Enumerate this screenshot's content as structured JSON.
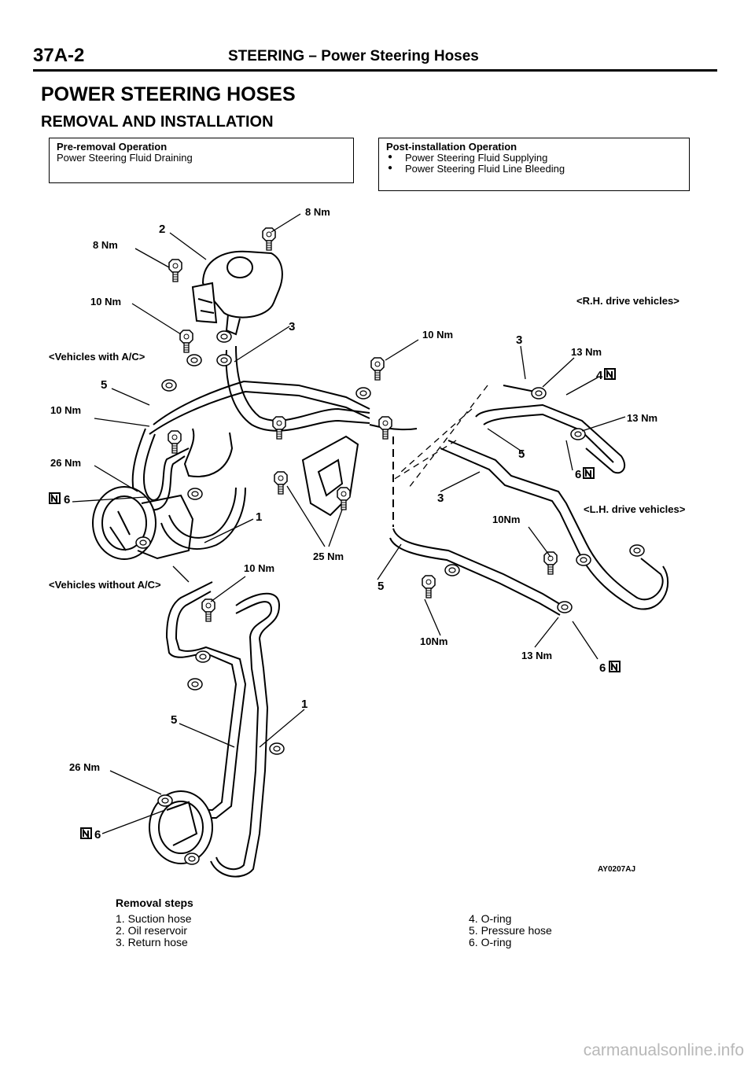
{
  "header": {
    "section": "37A-2",
    "title": "STEERING – Power Steering Hoses"
  },
  "heading": "POWER STEERING HOSES",
  "subheading": "REMOVAL AND INSTALLATION",
  "pre_removal": {
    "title": "Pre-removal Operation",
    "items": [
      "Power Steering Fluid Draining"
    ]
  },
  "post_installation": {
    "title": "Post-installation Operation",
    "items": [
      "Power Steering Fluid Supplying",
      "Power Steering Fluid Line Bleeding"
    ]
  },
  "diagram": {
    "labels": {
      "torque_8nm": "8 Nm",
      "torque_10nm": "10 Nm",
      "torque_10nm_b": "10Nm",
      "torque_13nm": "13 Nm",
      "torque_25nm": "25 Nm",
      "torque_26nm": "26 Nm",
      "n1": "1",
      "n2": "2",
      "n3": "3",
      "n4": "4",
      "n5": "5",
      "n6": "6",
      "n_badge": "N",
      "vehicles_with_ac": "<Vehicles with A/C>",
      "vehicles_without_ac": "<Vehicles without A/C>",
      "rh_drive": "<R.H. drive vehicles>",
      "lh_drive": "<L.H. drive vehicles>",
      "figure_code": "AY0207AJ"
    }
  },
  "removal_steps": {
    "title": "Removal steps",
    "left": [
      "1. Suction hose",
      "2. Oil reservoir",
      "3. Return hose"
    ],
    "right": [
      "4. O-ring",
      "5. Pressure hose",
      "6. O-ring"
    ]
  },
  "watermark": "carmanualsonline.info"
}
